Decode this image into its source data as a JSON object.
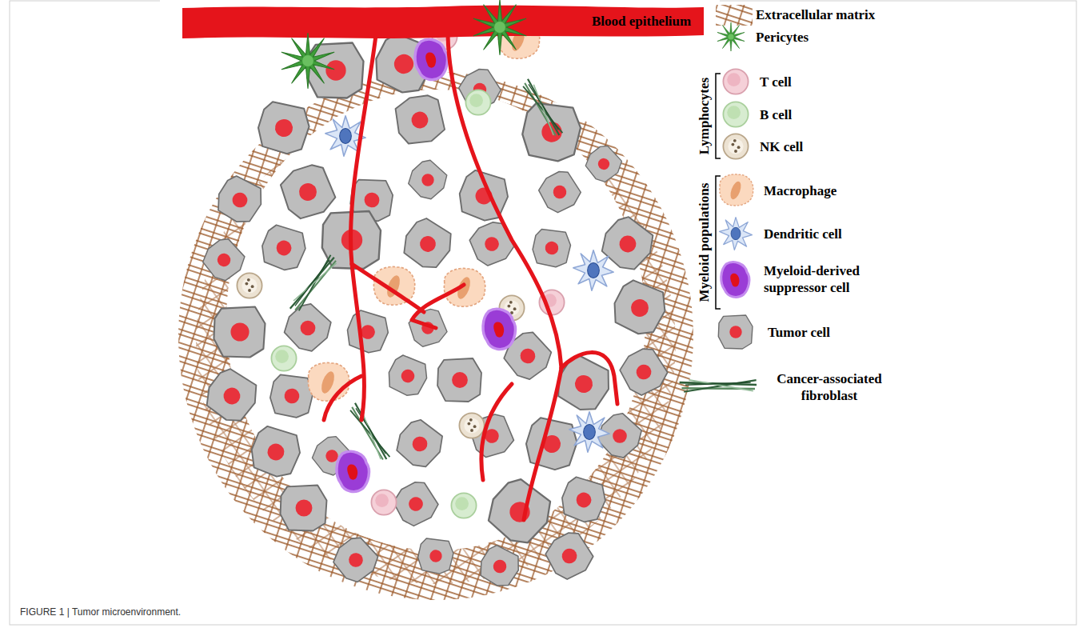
{
  "diagram": {
    "caption": "FIGURE 1 | Tumor microenvironment.",
    "nodes": [
      {
        "text": [
          "Blood epithelium"
        ]
      }
    ],
    "labels": [
      "Lymphocytes",
      "Myeloid populations"
    ],
    "legend": [
      {
        "text": "Extracellular matrix"
      },
      {
        "text": "Pericytes"
      },
      {
        "text": "T cell"
      },
      {
        "text": "B cell"
      },
      {
        "text": "NK cell"
      },
      {
        "text": "Macrophage"
      },
      {
        "text": "Dendritic cell"
      },
      {
        "text": "Myeloid-derived suppressor cell"
      },
      {
        "text": "Tumor cell"
      },
      {
        "text": "Cancer-associated fibroblast"
      }
    ]
  }
}
